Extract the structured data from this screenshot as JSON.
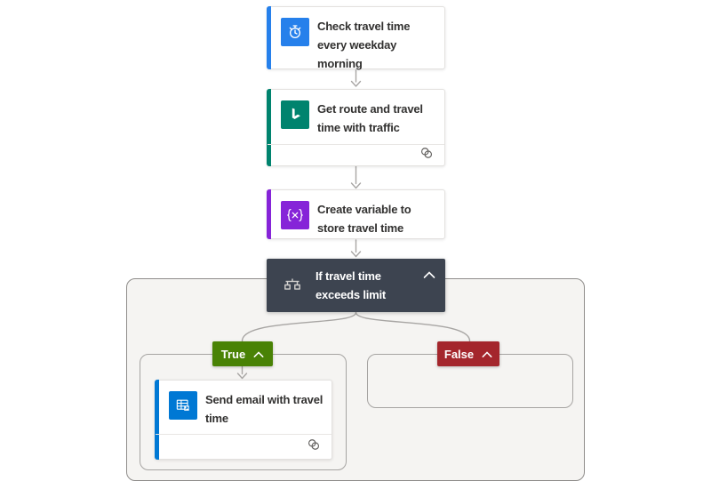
{
  "flow": {
    "connector_color": "#a8a6a4",
    "trigger": {
      "title": "Check travel time every weekday morning",
      "icon": "stopwatch-icon",
      "accent_color": "#2680eb"
    },
    "actions": [
      {
        "title": "Get route and travel time with traffic",
        "icon": "bing-maps-icon",
        "accent_color": "#00836e",
        "footer_icon": "connection-icon"
      },
      {
        "title": "Create variable to store travel time",
        "icon": "variable-icon",
        "accent_color": "#8624d8"
      }
    ],
    "condition": {
      "title": "If travel time exceeds limit",
      "icon": "condition-icon",
      "bg_color": "#3d4450",
      "collapse_icon": "chevron-up-icon",
      "true_branch": {
        "label": "True",
        "color": "#498205",
        "action": {
          "title": "Send email with travel time",
          "icon": "outlook-icon",
          "accent_color": "#0078d4",
          "footer_icon": "connection-icon"
        }
      },
      "false_branch": {
        "label": "False",
        "color": "#a4262c"
      }
    }
  }
}
